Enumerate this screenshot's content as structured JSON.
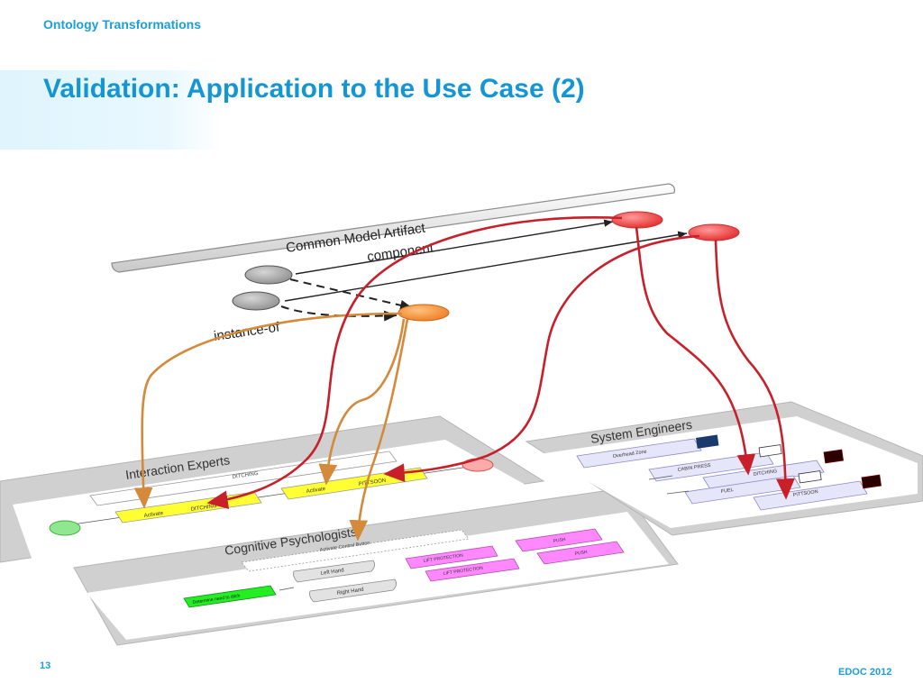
{
  "header": {
    "section": "Ontology Transformations"
  },
  "title": "Validation: Application to the Use Case (2)",
  "footer": {
    "page_number": "13",
    "event": "EDOC 2012"
  },
  "diagram": {
    "common_model": {
      "label": "Common Model Artifact",
      "component_label": "component",
      "instance_of_label": "instance-of"
    },
    "interaction_experts": {
      "label": "Interaction Experts",
      "state_label": "DITCHING",
      "box1": [
        "Activate",
        "DITCHING"
      ],
      "box2": [
        "Activate",
        "PITTSOON"
      ]
    },
    "cognitive_psychologists": {
      "label": "Cognitive Psychologists",
      "top_label": "Activate Control Button",
      "green_label": "Determine need to ditch",
      "grey1": "Left Hand",
      "grey2": "Right Hand",
      "pink1": "LIFT PROTECTION",
      "pink2": "LIFT PROTECTION",
      "pink3": "PUSH",
      "pink4": "PUSH"
    },
    "system_engineers": {
      "label": "System Engineers",
      "row1": "Overhead Zone",
      "row2": "CABIN PRESS",
      "row3": "DITCHING",
      "row4": "FUEL",
      "row5": "PITTSOON"
    },
    "colors": {
      "red_arrow": "#c8202a",
      "orange_arrow": "#d48a3a",
      "red_node": "#f03a3a",
      "orange_node": "#f08a30",
      "grey_node": "#a8a8a8",
      "green_node": "#8fe88f",
      "yellow_box": "#ffff33",
      "pink_box": "#ff88ff",
      "green_box": "#22ee22",
      "title_blue": "#1596d4"
    }
  }
}
